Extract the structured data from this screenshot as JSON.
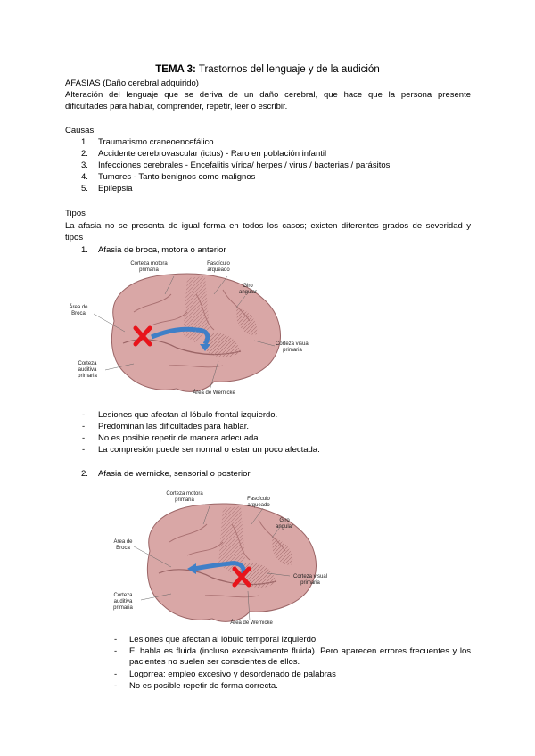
{
  "title": {
    "bold": "TEMA 3:",
    "rest": " Trastornos del lenguaje y de la audición"
  },
  "afasias": {
    "heading": "AFASIAS (Daño cerebral adquirido)",
    "def1": "Alteración del lenguaje que se deriva de un daño cerebral, que hace que la persona presente",
    "def2": "dificultades para hablar, comprender, repetir, leer o escribir."
  },
  "causas": {
    "heading": "Causas",
    "items": [
      {
        "num": "1.",
        "text": "Traumatismo craneoencefálico"
      },
      {
        "num": "2.",
        "text": "Accidente cerebrovascular (ictus) - Raro en población infantil"
      },
      {
        "num": "3.",
        "text": "Infecciones cerebrales - Encefalitis vírica/ herpes / virus / bacterias / parásitos"
      },
      {
        "num": "4.",
        "text": "Tumores - Tanto benignos como malignos"
      },
      {
        "num": "5.",
        "text": "Epilepsia"
      }
    ]
  },
  "tipos": {
    "heading": "Tipos",
    "intro1": "La afasia no se presenta de igual forma en todos los casos; existen diferentes grados de severidad y",
    "intro2": "tipos"
  },
  "broca": {
    "num": "1.",
    "title": "Afasia de broca, motora o anterior",
    "labels": {
      "corteza_motora": "Corteza motora primaria",
      "fasciculo": "Fascículo arqueado",
      "giro": "Giro angular",
      "area_broca": "Área de Broca",
      "corteza_visual": "Corteza visual primaria",
      "corteza_auditiva": "Corteza auditiva primaria",
      "area_wernicke": "Área de Wernicke"
    },
    "bullets": [
      "Lesiones que afectan al lóbulo frontal izquierdo.",
      "Predominan las dificultades para hablar.",
      "No es posible repetir de manera adecuada.",
      "La compresión puede ser normal o estar un poco afectada."
    ]
  },
  "wernicke": {
    "num": "2.",
    "title": "Afasia de wernicke, sensorial o posterior",
    "labels": {
      "corteza_motora": "Corteza motora primaria",
      "fasciculo": "Fascículo arqueado",
      "giro": "Giro angular",
      "area_broca": "Área de Broca",
      "corteza_visual": "Corteza visual primaria",
      "corteza_auditiva": "Corteza auditiva primaria",
      "area_wernicke": "Área de Wernicke"
    },
    "bullets": [
      "Lesiones que afectan al lóbulo temporal izquierdo.",
      "El habla es fluida (incluso excesivamente fluida). Pero aparecen errores frecuentes y los pacientes no suelen ser conscientes de ellos.",
      "Logorrea: empleo excesivo y desordenado de palabras",
      "No es posible repetir de forma correcta."
    ]
  },
  "dash": "-",
  "colors": {
    "brain": "#d9a7a6",
    "brain_dark": "#b87f80",
    "arrow": "#3f7fc7",
    "cross": "#e8141b"
  }
}
